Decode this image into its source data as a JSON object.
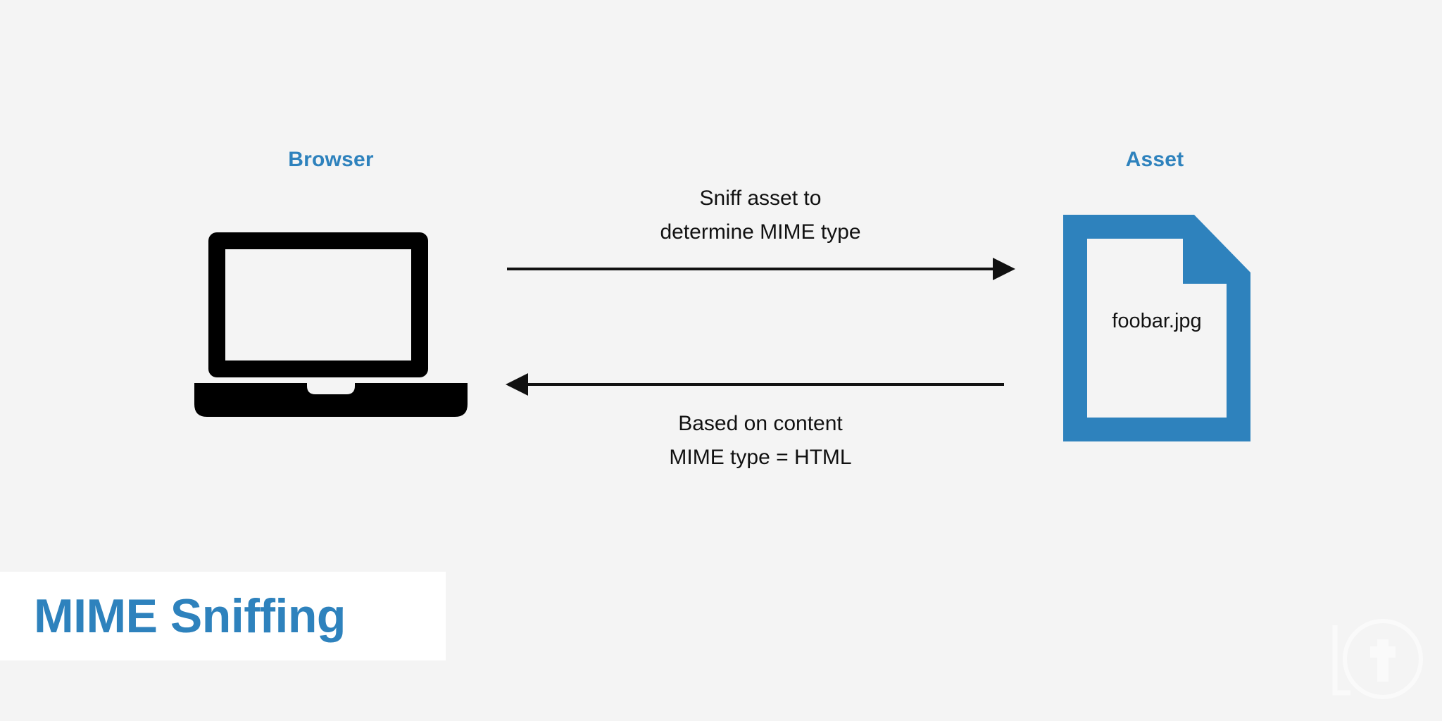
{
  "page": {
    "background_color": "#f4f4f4",
    "accent_color": "#2e82bd",
    "text_color": "#111111",
    "title": "MIME Sniffing"
  },
  "diagram": {
    "type": "sequence",
    "nodes": [
      {
        "id": "browser",
        "label": "Browser",
        "icon": "laptop-icon"
      },
      {
        "id": "asset",
        "label": "Asset",
        "icon": "document-icon",
        "filename": "foobar.jpg"
      }
    ],
    "messages": [
      {
        "id": "request",
        "direction": "right",
        "from": "browser",
        "to": "asset",
        "caption_lines": [
          "Sniff asset to",
          "determine MIME type"
        ]
      },
      {
        "id": "response",
        "direction": "left",
        "from": "asset",
        "to": "browser",
        "caption_lines": [
          "Based on content",
          "MIME type = HTML"
        ]
      }
    ]
  }
}
